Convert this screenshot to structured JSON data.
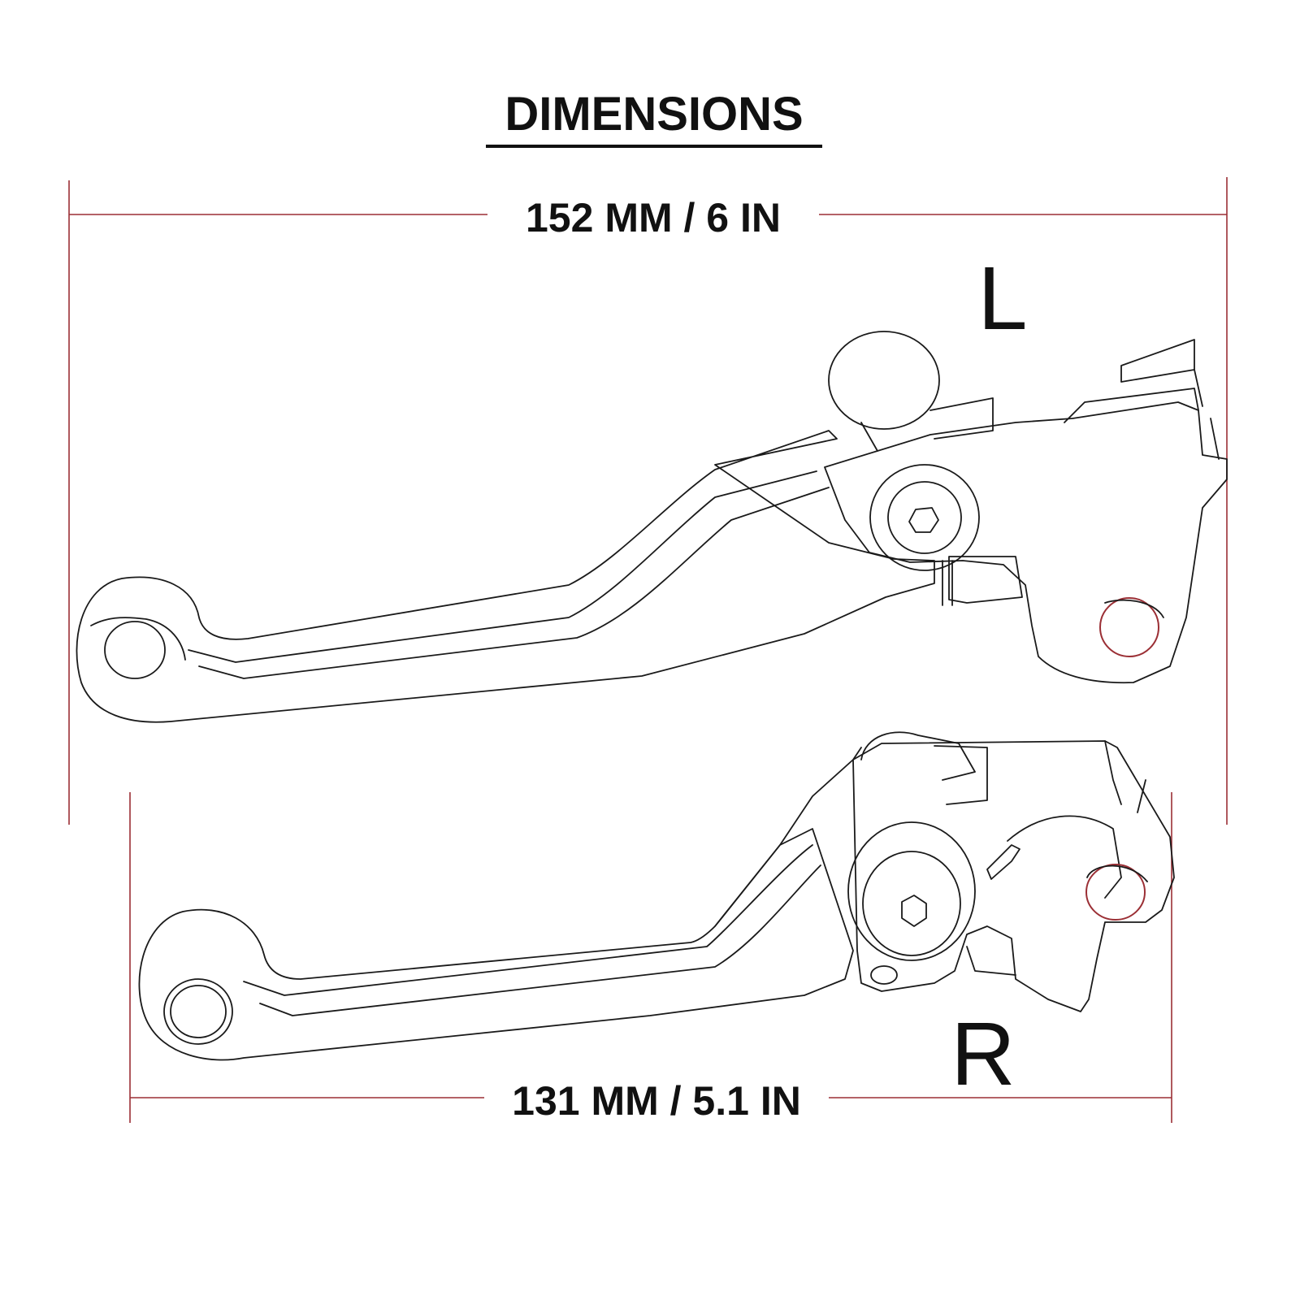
{
  "title": "DIMENSIONS",
  "top_dimension": "152 MM / 6 IN",
  "bottom_dimension": "131 MM / 5.1 IN",
  "left_lever_label": "L",
  "right_lever_label": "R",
  "colors": {
    "dimension_line": "#9b2f35",
    "outline": "#1a1a1a",
    "background": "#ffffff"
  }
}
